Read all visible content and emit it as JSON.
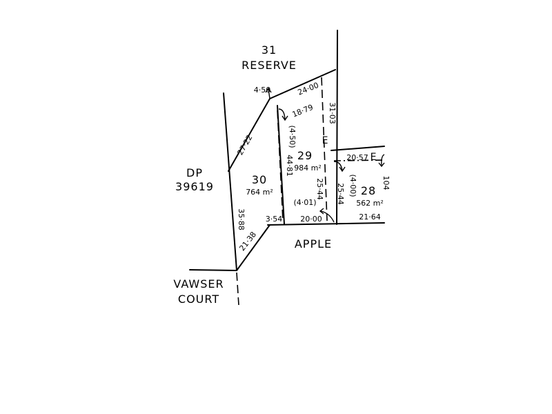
{
  "labels": {
    "reserve_lot": "31",
    "reserve_name": "RESERVE",
    "dp_prefix": "DP",
    "dp_number": "39619",
    "street_apple": "APPLE",
    "vawser": "VAWSER",
    "court": "COURT"
  },
  "lots": {
    "lot30": {
      "number": "30",
      "area": "764 m²"
    },
    "lot29": {
      "number": "29",
      "area": "984 m²"
    },
    "lot28": {
      "number": "28",
      "area": "562 m²"
    }
  },
  "easement_mark": "E",
  "dimensions": {
    "d450": "4·50",
    "d2400": "24·00",
    "d1879": "18·79",
    "d3103": "31·03",
    "d2722": "27·22",
    "d450p": "(4·50)",
    "d4481": "44·81",
    "d2057": "20·57",
    "d2544a": "25·44",
    "d401": "(4·01)",
    "d400": "(4·00)",
    "d2544b": "25·44",
    "d3588": "35·88",
    "d354": "3·54",
    "d2000": "20·00",
    "d2164": "21·64",
    "d2138": "21·38",
    "d104cut": "104"
  }
}
